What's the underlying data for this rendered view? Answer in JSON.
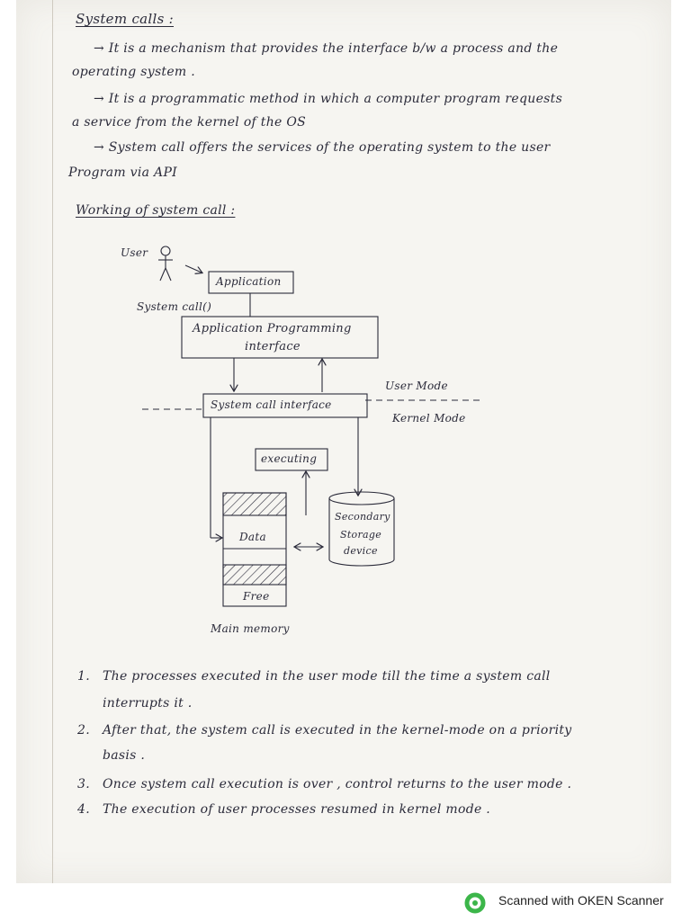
{
  "heading": "System calls :",
  "intro_lines": [
    "→ It is a mechanism that provides the interface b/w a process and the",
    "operating system .",
    "→ It is a programmatic method in which a computer program requests",
    "a service from the kernel of the OS",
    "→ System call offers the services of the operating system to the user",
    "Program via API"
  ],
  "working_heading": "Working of system call :",
  "diagram": {
    "user_label": "User",
    "application": "Application",
    "system_call_label": "System call()",
    "api_line1": "Application Programming",
    "api_line2": "interface",
    "user_mode": "User Mode",
    "kernel_mode": "Kernel Mode",
    "sci": "System call interface",
    "executing": "executing",
    "data": "Data",
    "free": "Free",
    "main_memory": "Main memory",
    "storage_line1": "Secondary",
    "storage_line2": "Storage",
    "storage_line3": "device"
  },
  "steps": [
    {
      "num": "1.",
      "lines": [
        "The processes executed in the user mode till the time a system call",
        "interrupts it ."
      ]
    },
    {
      "num": "2.",
      "lines": [
        "After that, the system call is executed in the kernel-mode on a priority",
        "basis ."
      ]
    },
    {
      "num": "3.",
      "lines": [
        "Once system call execution is over , control returns to the user mode ."
      ]
    },
    {
      "num": "4.",
      "lines": [
        "The execution of user processes resumed in kernel mode ."
      ]
    }
  ],
  "footer": {
    "scanner_text": "Scanned with OKEN Scanner",
    "logo_icon": "oken-scanner-logo-icon",
    "logo_color": "#3cb64a"
  }
}
